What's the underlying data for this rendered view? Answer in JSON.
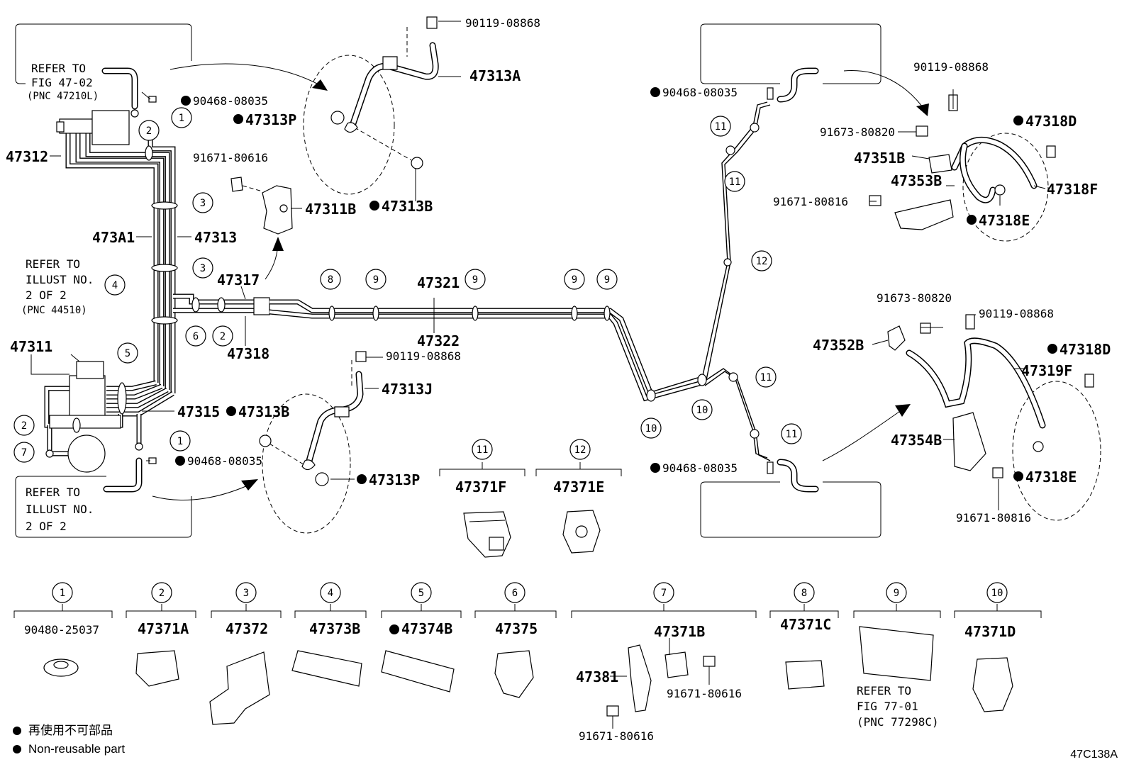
{
  "diagram": {
    "figure_id": "47C138A",
    "refs": {
      "fig_47_02": [
        "REFER TO",
        "FIG 47-02",
        "(PNC 47210L)"
      ],
      "illust_2of2_a": [
        "REFER TO",
        "ILLUST NO.",
        "2 OF 2",
        "(PNC 44510)"
      ],
      "illust_2of2_b": [
        "REFER TO",
        "ILLUST NO.",
        "2 OF 2"
      ],
      "fig_77_01": [
        "REFER TO",
        "FIG 77-01",
        "(PNC 77298C)"
      ]
    },
    "parts": {
      "p47312": "47312",
      "p473A1": "473A1",
      "p47313": "47313",
      "p47311": "47311",
      "p47315": "47315",
      "p47317": "47317",
      "p47318": "47318",
      "p47321": "47321",
      "p47322": "47322",
      "p47313A": "47313A",
      "p47313P_top": "47313P",
      "p47313B_top": "47313B",
      "p47311B": "47311B",
      "p91671_80616_top": "91671-80616",
      "p90119_08868_top": "90119-08868",
      "p90468_08035_tl": "90468-08035",
      "p90468_08035_bl": "90468-08035",
      "p47313B_bot": "47313B",
      "p90119_08868_mid": "90119-08868",
      "p47313J": "47313J",
      "p47313P_bot": "47313P",
      "p47371F": "47371F",
      "p47371E": "47371E",
      "p90468_08035_tr": "90468-08035",
      "p90468_08035_br": "90468-08035",
      "p90119_08868_tr": "90119-08868",
      "p91673_80820_tr": "91673-80820",
      "p47351B": "47351B",
      "p47353B": "47353B",
      "p91671_80816_tr": "91671-80816",
      "p47318D_tr": "47318D",
      "p47318F": "47318F",
      "p47318E_tr": "47318E",
      "p91673_80820_mr": "91673-80820",
      "p90119_08868_mr": "90119-08868",
      "p47352B": "47352B",
      "p47319F": "47319F",
      "p47318D_br": "47318D",
      "p47354B": "47354B",
      "p47318E_br": "47318E",
      "p91671_80816_br": "91671-80816"
    },
    "callouts": [
      "1",
      "2",
      "3",
      "4",
      "5",
      "6",
      "7",
      "8",
      "9",
      "10",
      "11",
      "12"
    ],
    "bottom_row": [
      {
        "n": "1",
        "label": "90480-25037"
      },
      {
        "n": "2",
        "label": "47371A"
      },
      {
        "n": "3",
        "label": "47372"
      },
      {
        "n": "4",
        "label": "47373B"
      },
      {
        "n": "5",
        "label": "47374B"
      },
      {
        "n": "6",
        "label": "47375"
      },
      {
        "n": "7",
        "label": "47371B"
      },
      {
        "n": "8",
        "label": "47371C"
      },
      {
        "n": "9",
        "label": ""
      },
      {
        "n": "10",
        "label": "47371D"
      }
    ],
    "bottom_extra": {
      "p47381": "47381",
      "p91671_80616_a": "91671-80616",
      "p91671_80616_b": "91671-80616"
    }
  },
  "legend": {
    "line1": "再使用不可部品",
    "line2": "Non-reusable part"
  }
}
